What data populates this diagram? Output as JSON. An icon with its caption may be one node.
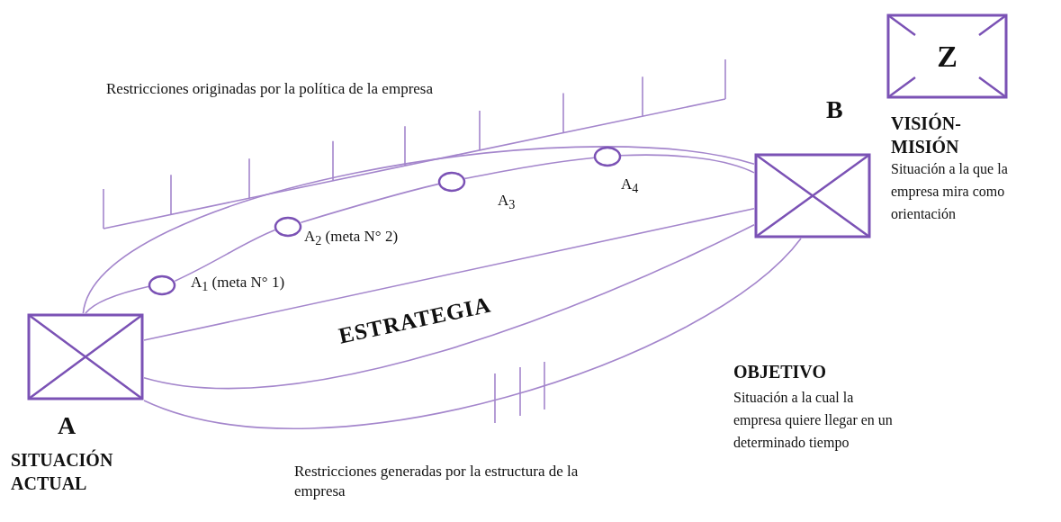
{
  "diagram": {
    "nodes": [
      {
        "text": [],
        "shape": "box",
        "beside": [
          "A",
          "SITUACIÓN ACTUAL"
        ]
      },
      {
        "text": [],
        "shape": "circle",
        "beside": [
          "A$_{1}$ (meta N° 1)"
        ]
      },
      {
        "text": [],
        "shape": "circle",
        "beside": [
          "A$_{2}$ (meta N° 2)"
        ]
      },
      {
        "text": [],
        "shape": "circle",
        "beside": [
          "A$_{3}$"
        ]
      },
      {
        "text": [],
        "shape": "circle",
        "beside": [
          "A$_{4}$"
        ]
      },
      {
        "text": [],
        "shape": "box",
        "beside": [
          "B"
        ]
      },
      {
        "text": [
          "Z"
        ]
      }
    ],
    "edges": [
      {
        "from": 0,
        "to": 5,
        "arrow": "none"
      },
      {
        "from": 0,
        "to": 1,
        "arrow": "none"
      },
      {
        "from": 1,
        "to": 2,
        "arrow": "none"
      },
      {
        "from": 2,
        "to": 3,
        "arrow": "none"
      },
      {
        "from": 3,
        "to": 4,
        "arrow": "none"
      },
      {
        "from": 4,
        "to": 5,
        "arrow": "none"
      },
      {
        "from": 0,
        "to": 5,
        "arrow": "none"
      },
      {
        "from": 0,
        "to": 5,
        "arrow": "none"
      },
      {
        "from": 0,
        "to": 5,
        "arrow": "none"
      }
    ],
    "labels": [
      "Restricciones originadas por la política de la empresa",
      "VISIÓN-MISIÓN",
      "Situación a la que la empresa mira como orientación",
      "ESTRATEGIA",
      "OBJETIVO",
      "Situación a la cual la empresa quiere llegar en un determinado tiempo",
      "Restricciones generadas por la estructura de la empresa"
    ]
  }
}
